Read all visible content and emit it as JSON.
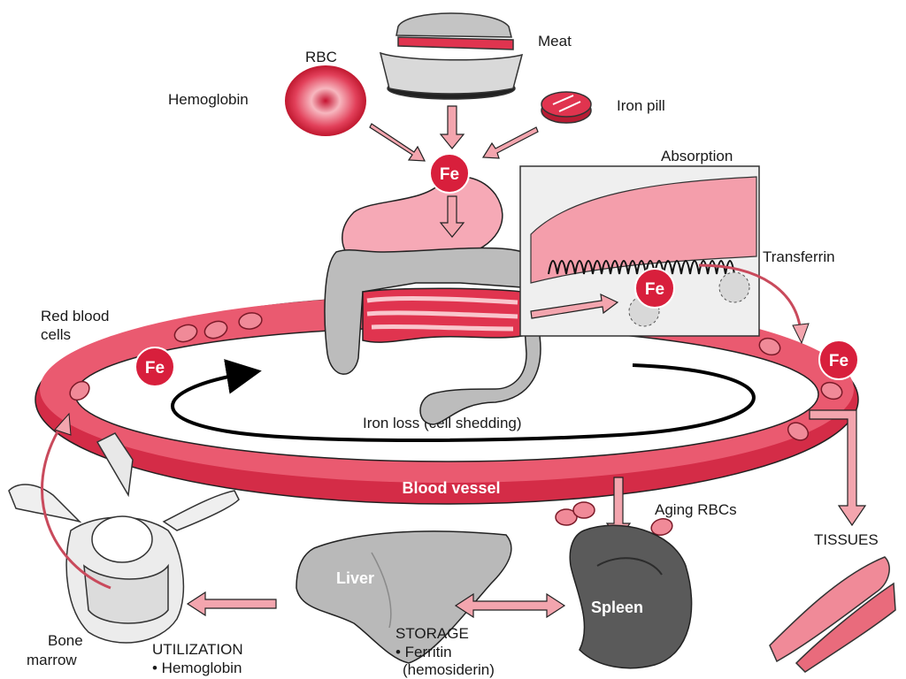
{
  "labels": {
    "meat": "Meat",
    "rbc": "RBC",
    "hemoglobin": "Hemoglobin",
    "iron_pill": "Iron pill",
    "absorption": "Absorption",
    "transferrin": "Transferrin",
    "red_blood_cells_1": "Red blood",
    "red_blood_cells_2": "cells",
    "iron_loss": "Iron loss (cell shedding)",
    "blood_vessel": "Blood vessel",
    "aging_rbcs": "Aging RBCs",
    "tissues": "TISSUES",
    "liver": "Liver",
    "spleen": "Spleen",
    "bone_marrow_1": "Bone",
    "bone_marrow_2": "marrow",
    "utilization": "UTILIZATION",
    "utilization_item": "• Hemoglobin",
    "storage": "STORAGE",
    "storage_item_1": "• Ferritin",
    "storage_item_2": "(hemosiderin)",
    "fe": "Fe"
  },
  "colors": {
    "vessel_red": "#e0344f",
    "vessel_light": "#f07d8c",
    "fe_red": "#d81f3c",
    "arrow_pink": "#f3a5ae",
    "organ_gray": "#b9b9b9",
    "spleen_gray": "#5a5a5a"
  }
}
